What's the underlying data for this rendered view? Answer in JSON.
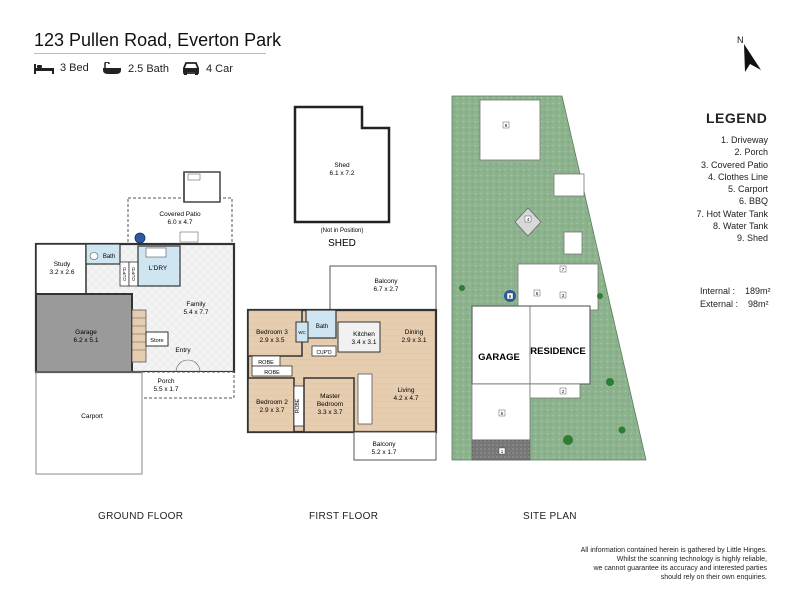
{
  "header": {
    "address": "123 Pullen Road, Everton Park",
    "features": [
      {
        "icon": "bed-icon",
        "label": "3 Bed"
      },
      {
        "icon": "bath-icon",
        "label": "2.5 Bath"
      },
      {
        "icon": "car-icon",
        "label": "4 Car"
      }
    ]
  },
  "compass": {
    "label": "N"
  },
  "legend": {
    "title": "LEGEND",
    "items": [
      "1. Driveway",
      "2. Porch",
      "3. Covered Patio",
      "4. Clothes Line",
      "5. Carport",
      "6. BBQ",
      "7. Hot Water Tank",
      "8. Water Tank",
      "9. Shed"
    ]
  },
  "areas": {
    "internal_label": "Internal :",
    "internal_value": "189m²",
    "external_label": "External :",
    "external_value": "98m²"
  },
  "ground_floor": {
    "label": "GROUND FLOOR",
    "rooms": {
      "study": [
        "Study",
        "3.2 x 2.6"
      ],
      "garage": [
        "Garage",
        "6.2 x 5.1"
      ],
      "family": [
        "Family",
        "5.4 x 7.7"
      ],
      "patio": [
        "Covered Patio",
        "6.0 x 4.7"
      ],
      "porch": [
        "Porch",
        "5.5 x 1.7"
      ],
      "carport": "Carport",
      "bath": "Bath",
      "laundry": "L'DRY",
      "store": "Store",
      "entry": "Entry",
      "cupd": "CUP'D"
    }
  },
  "shed": {
    "label": "SHED",
    "name": "Shed",
    "size": "6.1 x 7.2",
    "note": "(Not in Position)"
  },
  "first_floor": {
    "label": "FIRST FLOOR",
    "rooms": {
      "balcony_top": [
        "Balcony",
        "6.7 x 2.7"
      ],
      "bedroom3": [
        "Bedroom 3",
        "2.9 x 3.5"
      ],
      "kitchen": [
        "Kitchen",
        "3.4 x 3.1"
      ],
      "dining": [
        "Dining",
        "2.9 x 3.1"
      ],
      "bedroom2": [
        "Bedroom 2",
        "2.9 x 3.7"
      ],
      "master": [
        "Master",
        "Bedroom",
        "3.3 x 3.7"
      ],
      "living": [
        "Living",
        "4.2 x 4.7"
      ],
      "balcony_bottom": [
        "Balcony",
        "5.2 x 1.7"
      ],
      "bath": "Bath",
      "wc": "WC",
      "robe": "ROBE",
      "cupd": "CUP'D"
    }
  },
  "site_plan": {
    "label": "SITE PLAN",
    "garage": "GARAGE",
    "residence": "RESIDENCE",
    "markers": [
      "1",
      "2",
      "3",
      "4",
      "5",
      "6",
      "7",
      "8",
      "9"
    ]
  },
  "disclaimer": [
    "All information contained herein is gathered by Little Hinges.",
    "Whilst the scanning technology is highly reliable,",
    "we cannot guarantee its accuracy and interested parties",
    "should rely on their own enquiries."
  ],
  "colors": {
    "garage_floor": "#9a9a9a",
    "timber_floor": "#e6cdb0",
    "wet_area": "#cfe6f2",
    "tile_floor": "#f1f1f1",
    "site_grass": "#8eb38f",
    "site_grass_dark": "#6f9a70"
  }
}
